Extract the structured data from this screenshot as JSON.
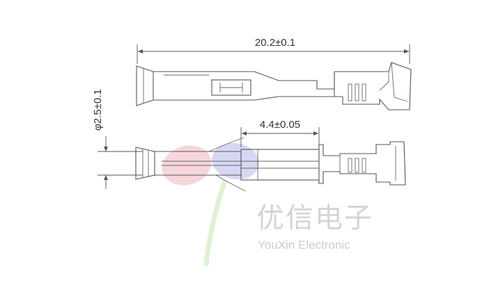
{
  "drawing": {
    "dimensions": {
      "overall_length": "20.2±0.1",
      "diameter": "φ2.5±0.1",
      "contact_length": "4.4±0.05"
    },
    "views": [
      "top-view",
      "side-view"
    ]
  },
  "watermark": {
    "chinese_name": "优信电子",
    "english_name": "YouXin Electronic",
    "logo_colors": [
      "#f3c9cf",
      "#c9ccef",
      "#d6ecc8"
    ]
  },
  "colors": {
    "line": "#555555",
    "text": "#333333",
    "background": "#ffffff"
  }
}
